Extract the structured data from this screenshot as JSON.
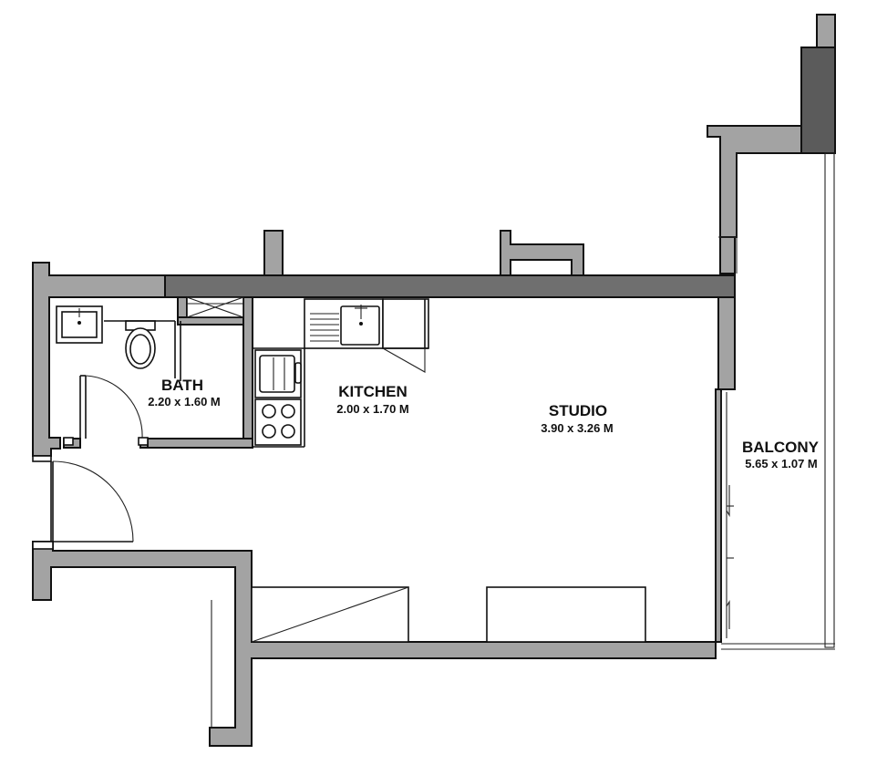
{
  "rooms": {
    "bath": {
      "name": "BATH",
      "size": "2.20 x 1.60 M"
    },
    "kitchen": {
      "name": "KITCHEN",
      "size": "2.00 x 1.70 M"
    },
    "studio": {
      "name": "STUDIO",
      "size": "3.90 x 3.26 M"
    },
    "balcony": {
      "name": "BALCONY",
      "size": "5.65 x 1.07 M"
    }
  },
  "colors": {
    "wall": "#a3a3a3",
    "beam": "#6f6f6f",
    "column": "#5b5b5b",
    "outline": "#111111",
    "background": "#ffffff"
  }
}
